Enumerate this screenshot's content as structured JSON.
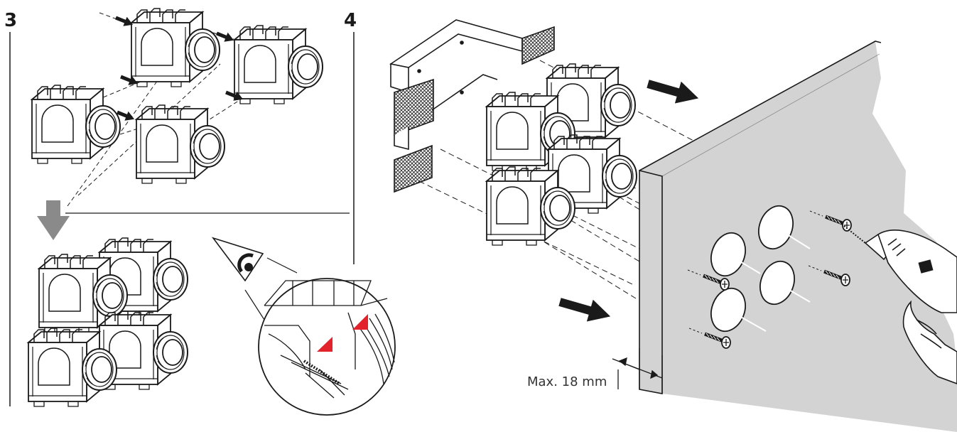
{
  "steps": [
    {
      "number": "3"
    },
    {
      "number": "4"
    }
  ],
  "dimension_label": "Max. 18 mm",
  "colors": {
    "line": "#1a1a1a",
    "panel": "#d3d3d3",
    "panel_edge": "#bdbdbd",
    "marker": "#e3232b",
    "arrow": "#1a1a1a",
    "down_arrow": "#8a8a8a"
  }
}
